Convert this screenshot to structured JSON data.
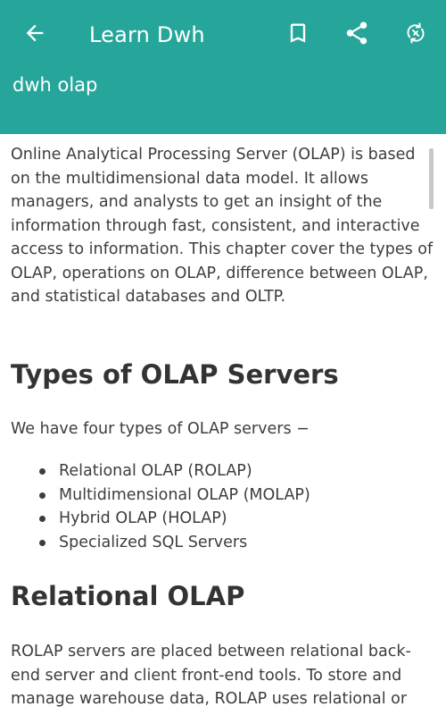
{
  "appbar": {
    "title": "Learn Dwh",
    "subtitle": "dwh olap",
    "color": "#26a69a",
    "icons": [
      "arrow-back-icon",
      "bookmark-icon",
      "share-icon",
      "sync-icon"
    ]
  },
  "content": {
    "intro": "Online Analytical Processing Server (OLAP) is based on the multidimensional data model. It allows managers, and analysts to get an insight of the information through fast, consistent, and interactive access to information. This chapter cover the types of OLAP, operations on OLAP, difference between OLAP, and statistical databases and OLTP.",
    "heading_types": "Types of OLAP Servers",
    "four_types": "We have four types of OLAP servers −",
    "bullets": [
      "Relational OLAP (ROLAP)",
      "Multidimensional OLAP (MOLAP)",
      "Hybrid OLAP (HOLAP)",
      "Specialized SQL Servers"
    ],
    "heading_relational": "Relational OLAP",
    "rolap_text": "ROLAP servers are placed between relational back-end server and client front-end tools. To store and manage warehouse data, ROLAP uses relational or extended-relational DBMS."
  }
}
